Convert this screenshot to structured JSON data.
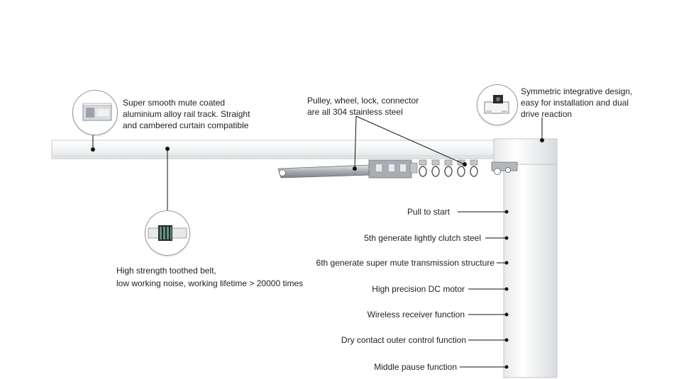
{
  "colors": {
    "rail": "#f4f5f6",
    "rail_edge": "#c9ccce",
    "leader": "#111111",
    "text": "#222222",
    "circle_border": "#9a9a9a"
  },
  "callouts": {
    "rail_track": "Super smooth mute coated\naluminium alloy rail track. Straight\nand cambered curtain compatible",
    "pulley": "Pulley, wheel, lock, connector\nare all 304 stainless steel",
    "motor_design": "Symmetric integrative design,\neasy for installation and dual\ndrive reaction",
    "toothed_belt": "High strength toothed belt,\nlow working noise, working lifetime > 20000 times"
  },
  "features": [
    "Pull to start",
    "5th generate lightly clutch steel",
    "6th generate super mute transmission structure",
    "High precision DC motor",
    "Wireless receiver function",
    "Dry contact outer control function",
    "Middle pause function"
  ],
  "icons": {
    "rail_thumb": "rail-profile-icon",
    "motor_thumb": "motor-unit-icon",
    "belt_thumb": "toothed-belt-icon"
  }
}
